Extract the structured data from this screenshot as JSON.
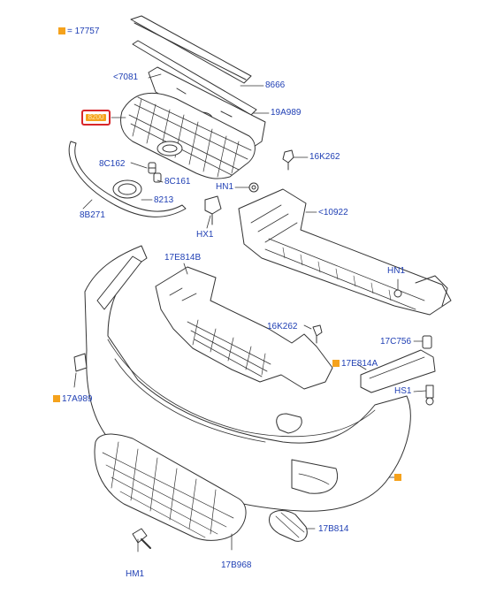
{
  "legend": {
    "marker_color": "#f5a21c",
    "text": "= 17757"
  },
  "highlight": {
    "text": "8200",
    "border_color": "#d8262a",
    "fill_color": "#f5a21c"
  },
  "labels": {
    "p7081": "<7081",
    "p8666": "8666",
    "p19A989": "19A989",
    "p8C162": "8C162",
    "p8C161": "8C161",
    "p16K262_top": "16K262",
    "pHN1_top": "HN1",
    "p8213": "8213",
    "p8B271": "8B271",
    "p10922": "<10922",
    "pHX1": "HX1",
    "p17E814B": "17E814B",
    "pHN1_right": "HN1",
    "p16K262_mid": "16K262",
    "p17C756": "17C756",
    "p17E814A": "17E814A",
    "p17A989": "17A989",
    "pHS1": "HS1",
    "p17B814": "17B814",
    "pHM1": "HM1",
    "p17B968": "17B968"
  },
  "colors": {
    "label": "#1f3fb4",
    "line": "#333333",
    "part_fill": "#ffffff"
  }
}
